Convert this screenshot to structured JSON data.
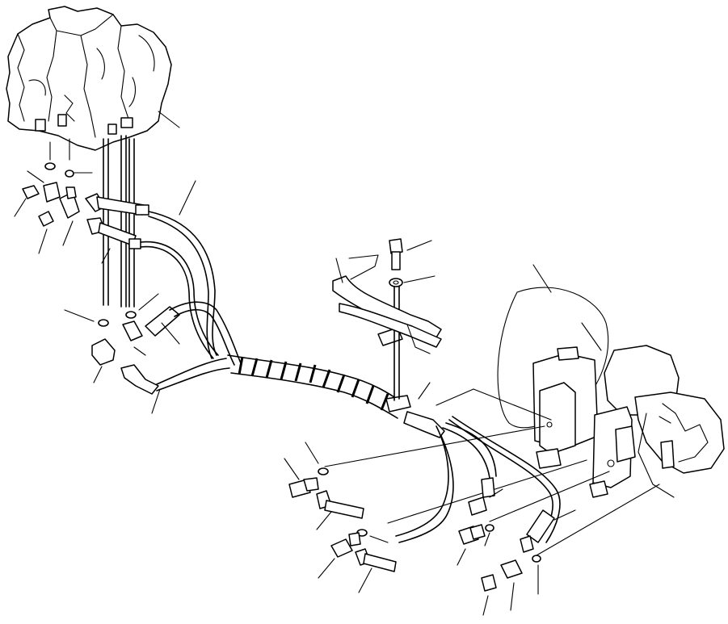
{
  "diagram": {
    "components": [
      {
        "id": "control-valve",
        "icon": "control-valve-icon"
      },
      {
        "id": "pump",
        "icon": "pump-icon"
      },
      {
        "id": "mounting-bracket",
        "icon": "bracket-icon"
      },
      {
        "id": "bolt",
        "icon": "bolt-icon"
      },
      {
        "id": "washer",
        "icon": "washer-icon"
      },
      {
        "id": "hose-bundle",
        "icon": "hose-icon"
      },
      {
        "id": "spiral-guard",
        "icon": "spiral-wrap-icon"
      }
    ],
    "colors": {
      "line": "#000000",
      "background": "#ffffff"
    }
  }
}
